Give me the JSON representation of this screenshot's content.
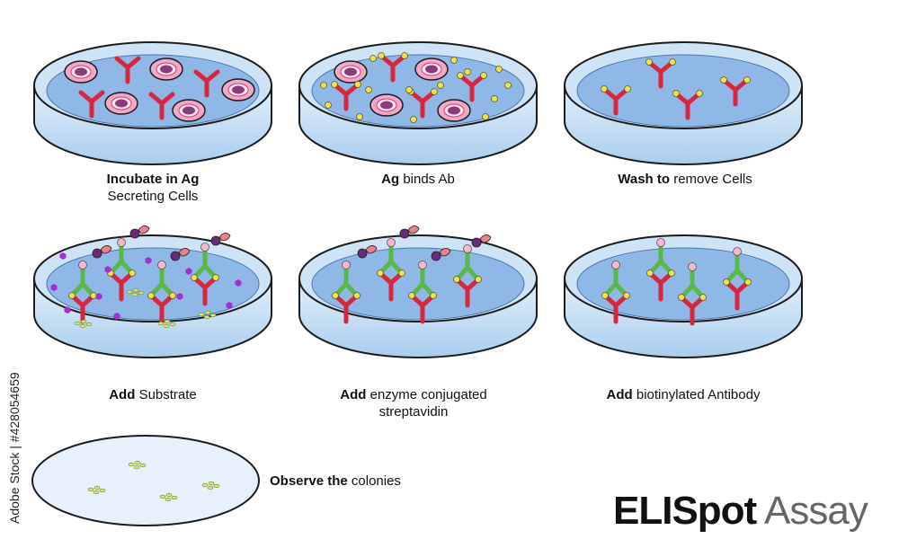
{
  "steps": [
    {
      "bold": "Incubate in Ag",
      "rest": "Secreting Cells"
    },
    {
      "bold": "Ag",
      "rest": "binds Ab"
    },
    {
      "bold": "Wash to",
      "rest": "remove Cells"
    },
    {
      "bold": "Add",
      "rest": "biotinylated Antibody"
    },
    {
      "bold": "Add",
      "rest": "enzyme conjugated streptavidin"
    },
    {
      "bold": "Add",
      "rest": "Substrate"
    },
    {
      "bold": "Observe the",
      "rest": "colonies"
    }
  ],
  "title": {
    "part1": "ELISpot",
    "part2": "Assay"
  },
  "stock_id": "Adobe Stock | #428054659",
  "colors": {
    "dish_fill": "#cfe3f7",
    "dish_liquid": "#8fb8e6",
    "dish_stroke": "#1c1c1c",
    "antibody": "#d7263d",
    "antigen": "#f3e23a",
    "cell": "#f2a6c8",
    "nucleus": "#8a3c7a",
    "biotin_ab": "#58b947",
    "streptavidin": "#6a2a7a",
    "substrate": "#a22fd0",
    "spot": "#d8e67a"
  }
}
